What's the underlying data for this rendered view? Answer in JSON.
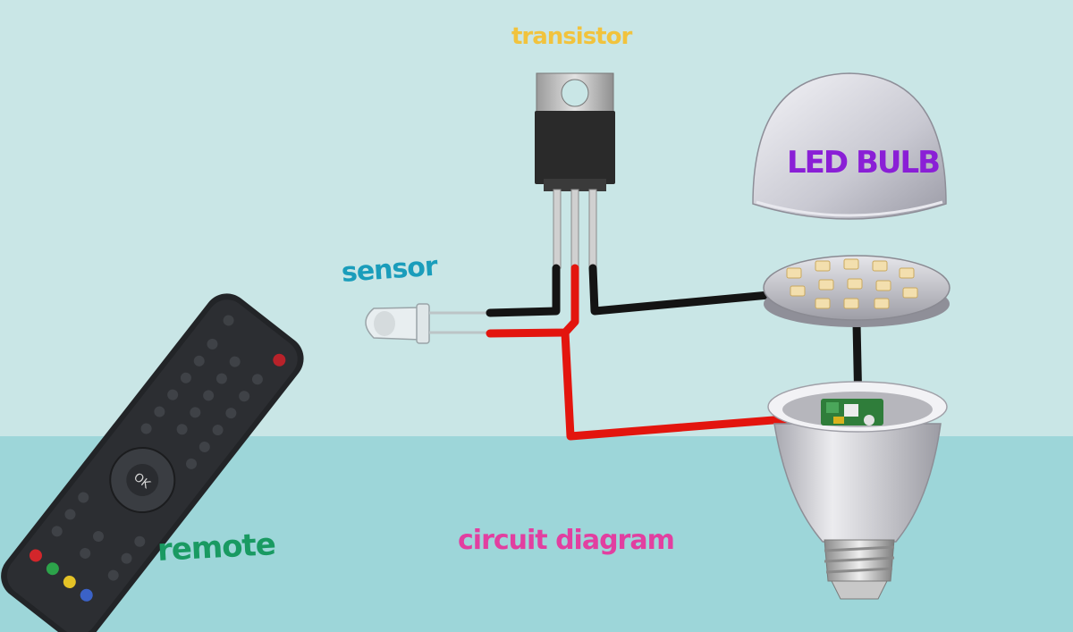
{
  "labels": {
    "transistor": "transistor",
    "sensor": "sensor",
    "led_bulb": "LED BULB",
    "remote": "remote",
    "circuit_diagram": "circuit diagram"
  },
  "remote_buttons": {
    "ok": "OK"
  },
  "colors": {
    "background_top": "#c9e6e6",
    "background_bottom": "#9dd6d9",
    "transistor_label": "#f1c33d",
    "sensor_label": "#1a9dbb",
    "led_bulb_label": "#8a1fd6",
    "remote_label": "#199a62",
    "circuit_diagram_label": "#e23fa0",
    "wire_black": "#141414",
    "wire_red": "#e3150e"
  }
}
